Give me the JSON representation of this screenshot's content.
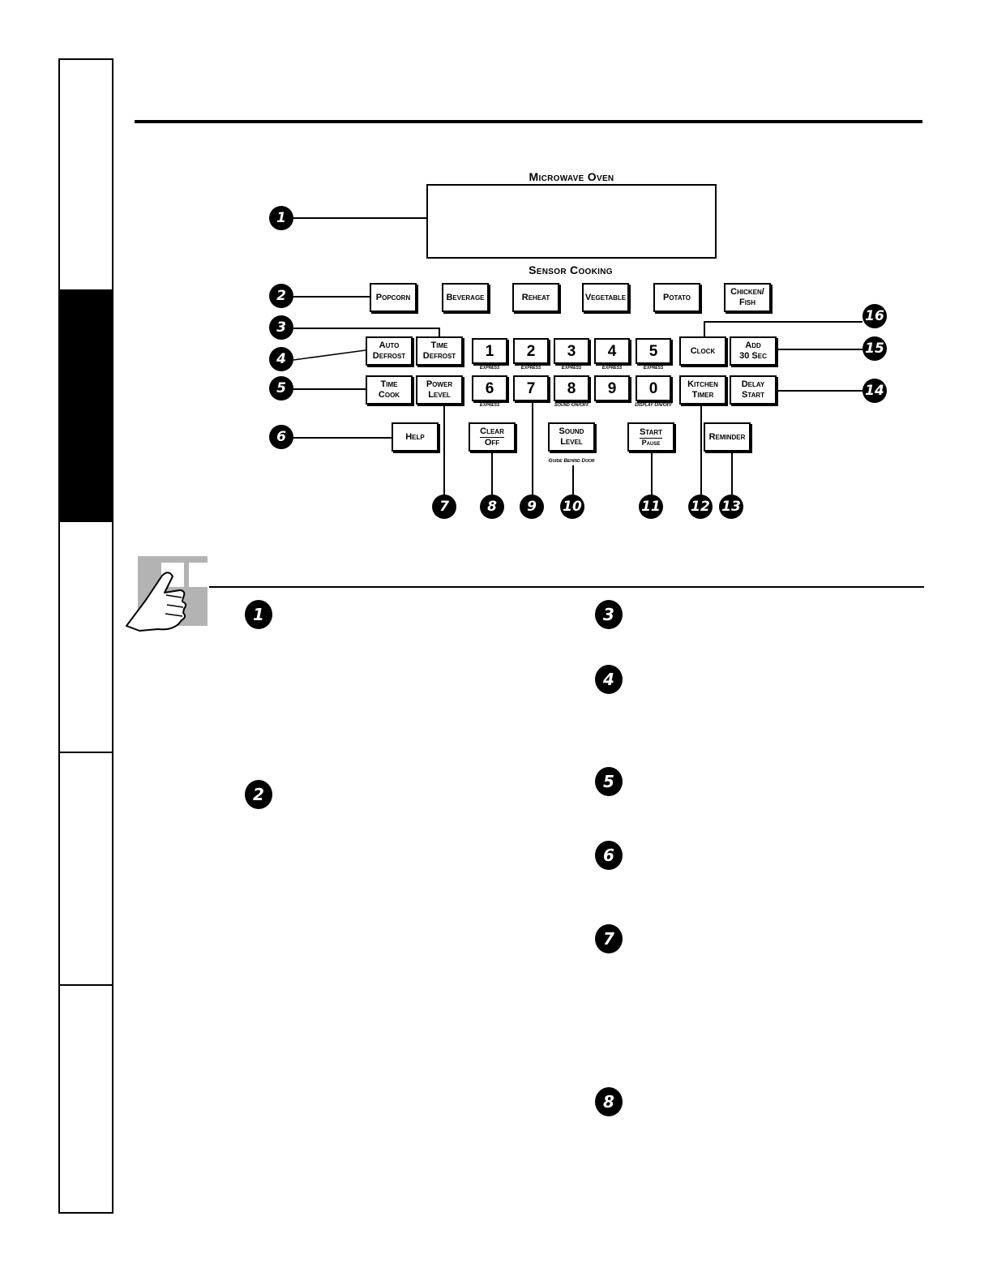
{
  "panel": {
    "title": "Microwave Oven",
    "sensor_label": "Sensor Cooking",
    "guide_label": "Guide Behind Door"
  },
  "sensor_keys": {
    "popcorn": "Popcorn",
    "beverage": "Beverage",
    "reheat": "Reheat",
    "vegetable": "Vegetable",
    "potato": "Potato",
    "chicken_l1": "Chicken/",
    "chicken_l2": "Fish"
  },
  "keys": {
    "auto_defrost_l1": "Auto",
    "auto_defrost_l2": "Defrost",
    "time_defrost_l1": "Time",
    "time_defrost_l2": "Defrost",
    "time_cook_l1": "Time",
    "time_cook_l2": "Cook",
    "power_level_l1": "Power",
    "power_level_l2": "Level",
    "help": "Help",
    "clear_l1": "Clear",
    "clear_l2": "Off",
    "sound_l1": "Sound",
    "sound_l2": "Level",
    "start_l1": "Start",
    "start_l2": "Pause",
    "reminder": "Reminder",
    "clock": "Clock",
    "add30_l1": "Add",
    "add30_l2": "30 Sec",
    "kitchen_l1": "Kitchen",
    "kitchen_l2": "Timer",
    "delay_l1": "Delay",
    "delay_l2": "Start"
  },
  "number_keys": [
    "1",
    "2",
    "3",
    "4",
    "5",
    "6",
    "7",
    "8",
    "9",
    "0"
  ],
  "number_sublabels": {
    "express": "Express",
    "sound_onoff": "Sound On/Off",
    "display_onoff": "Display On/Off"
  },
  "callouts": [
    "1",
    "2",
    "3",
    "4",
    "5",
    "6",
    "7",
    "8",
    "9",
    "10",
    "11",
    "12",
    "13",
    "14",
    "15",
    "16"
  ]
}
